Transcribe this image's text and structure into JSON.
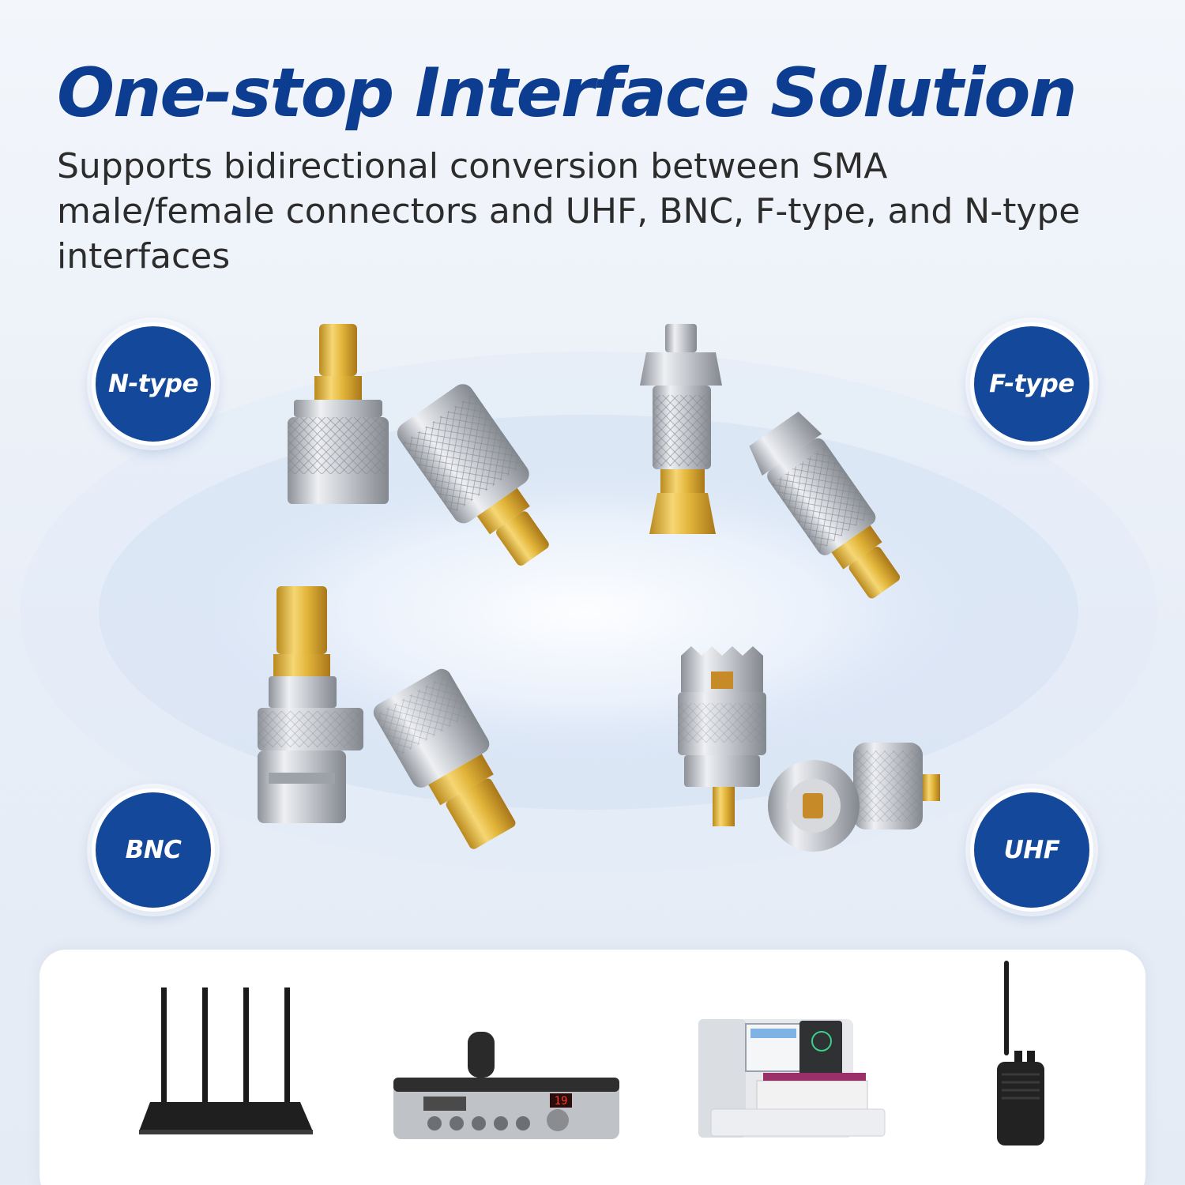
{
  "headline": "One-stop Interface Solution",
  "subhead": "Supports bidirectional conversion between SMA male/female connectors and UHF, BNC, F-type, and N-type interfaces",
  "badges": {
    "ntype": "N-type",
    "ftype": "F-type",
    "bnc": "BNC",
    "uhf": "UHF"
  },
  "devices": {
    "radio_display": "19"
  },
  "colors": {
    "brand_blue": "#14489a",
    "headline_blue": "#0d3d91"
  }
}
